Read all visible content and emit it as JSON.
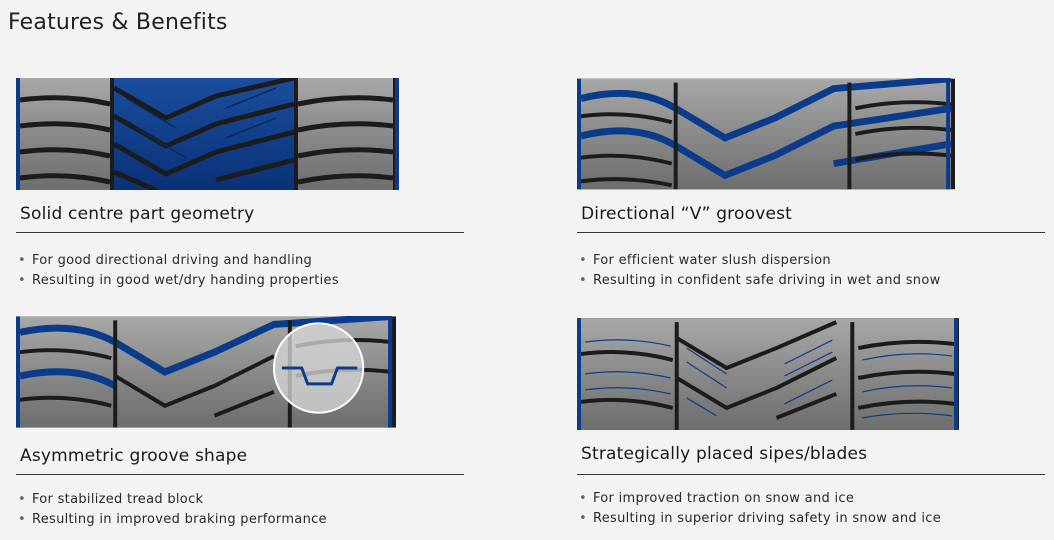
{
  "page": {
    "title": "Features & Benefits"
  },
  "colors": {
    "accent": "#0b3c8c",
    "tread": "#8c8c8c",
    "groove": "#1c1c1c",
    "rule": "#333333"
  },
  "features": [
    {
      "title": "Solid centre part geometry",
      "bullets": [
        "For good directional driving and handling",
        "Resulting in good wet/dry handing properties"
      ],
      "image_icon": "tread-centre-icon"
    },
    {
      "title": "Directional “V” groovest",
      "bullets": [
        "For efficient water slush dispersion",
        "Resulting in confident safe driving in wet and snow"
      ],
      "image_icon": "tread-v-groove-icon"
    },
    {
      "title": "Asymmetric groove shape",
      "bullets": [
        "For stabilized tread block",
        "Resulting in improved braking performance"
      ],
      "image_icon": "tread-groove-profile-icon"
    },
    {
      "title": "Strategically placed sipes/blades",
      "bullets": [
        "For improved traction on snow and ice",
        "Resulting in superior driving safety in snow and ice"
      ],
      "image_icon": "tread-sipes-icon"
    }
  ]
}
